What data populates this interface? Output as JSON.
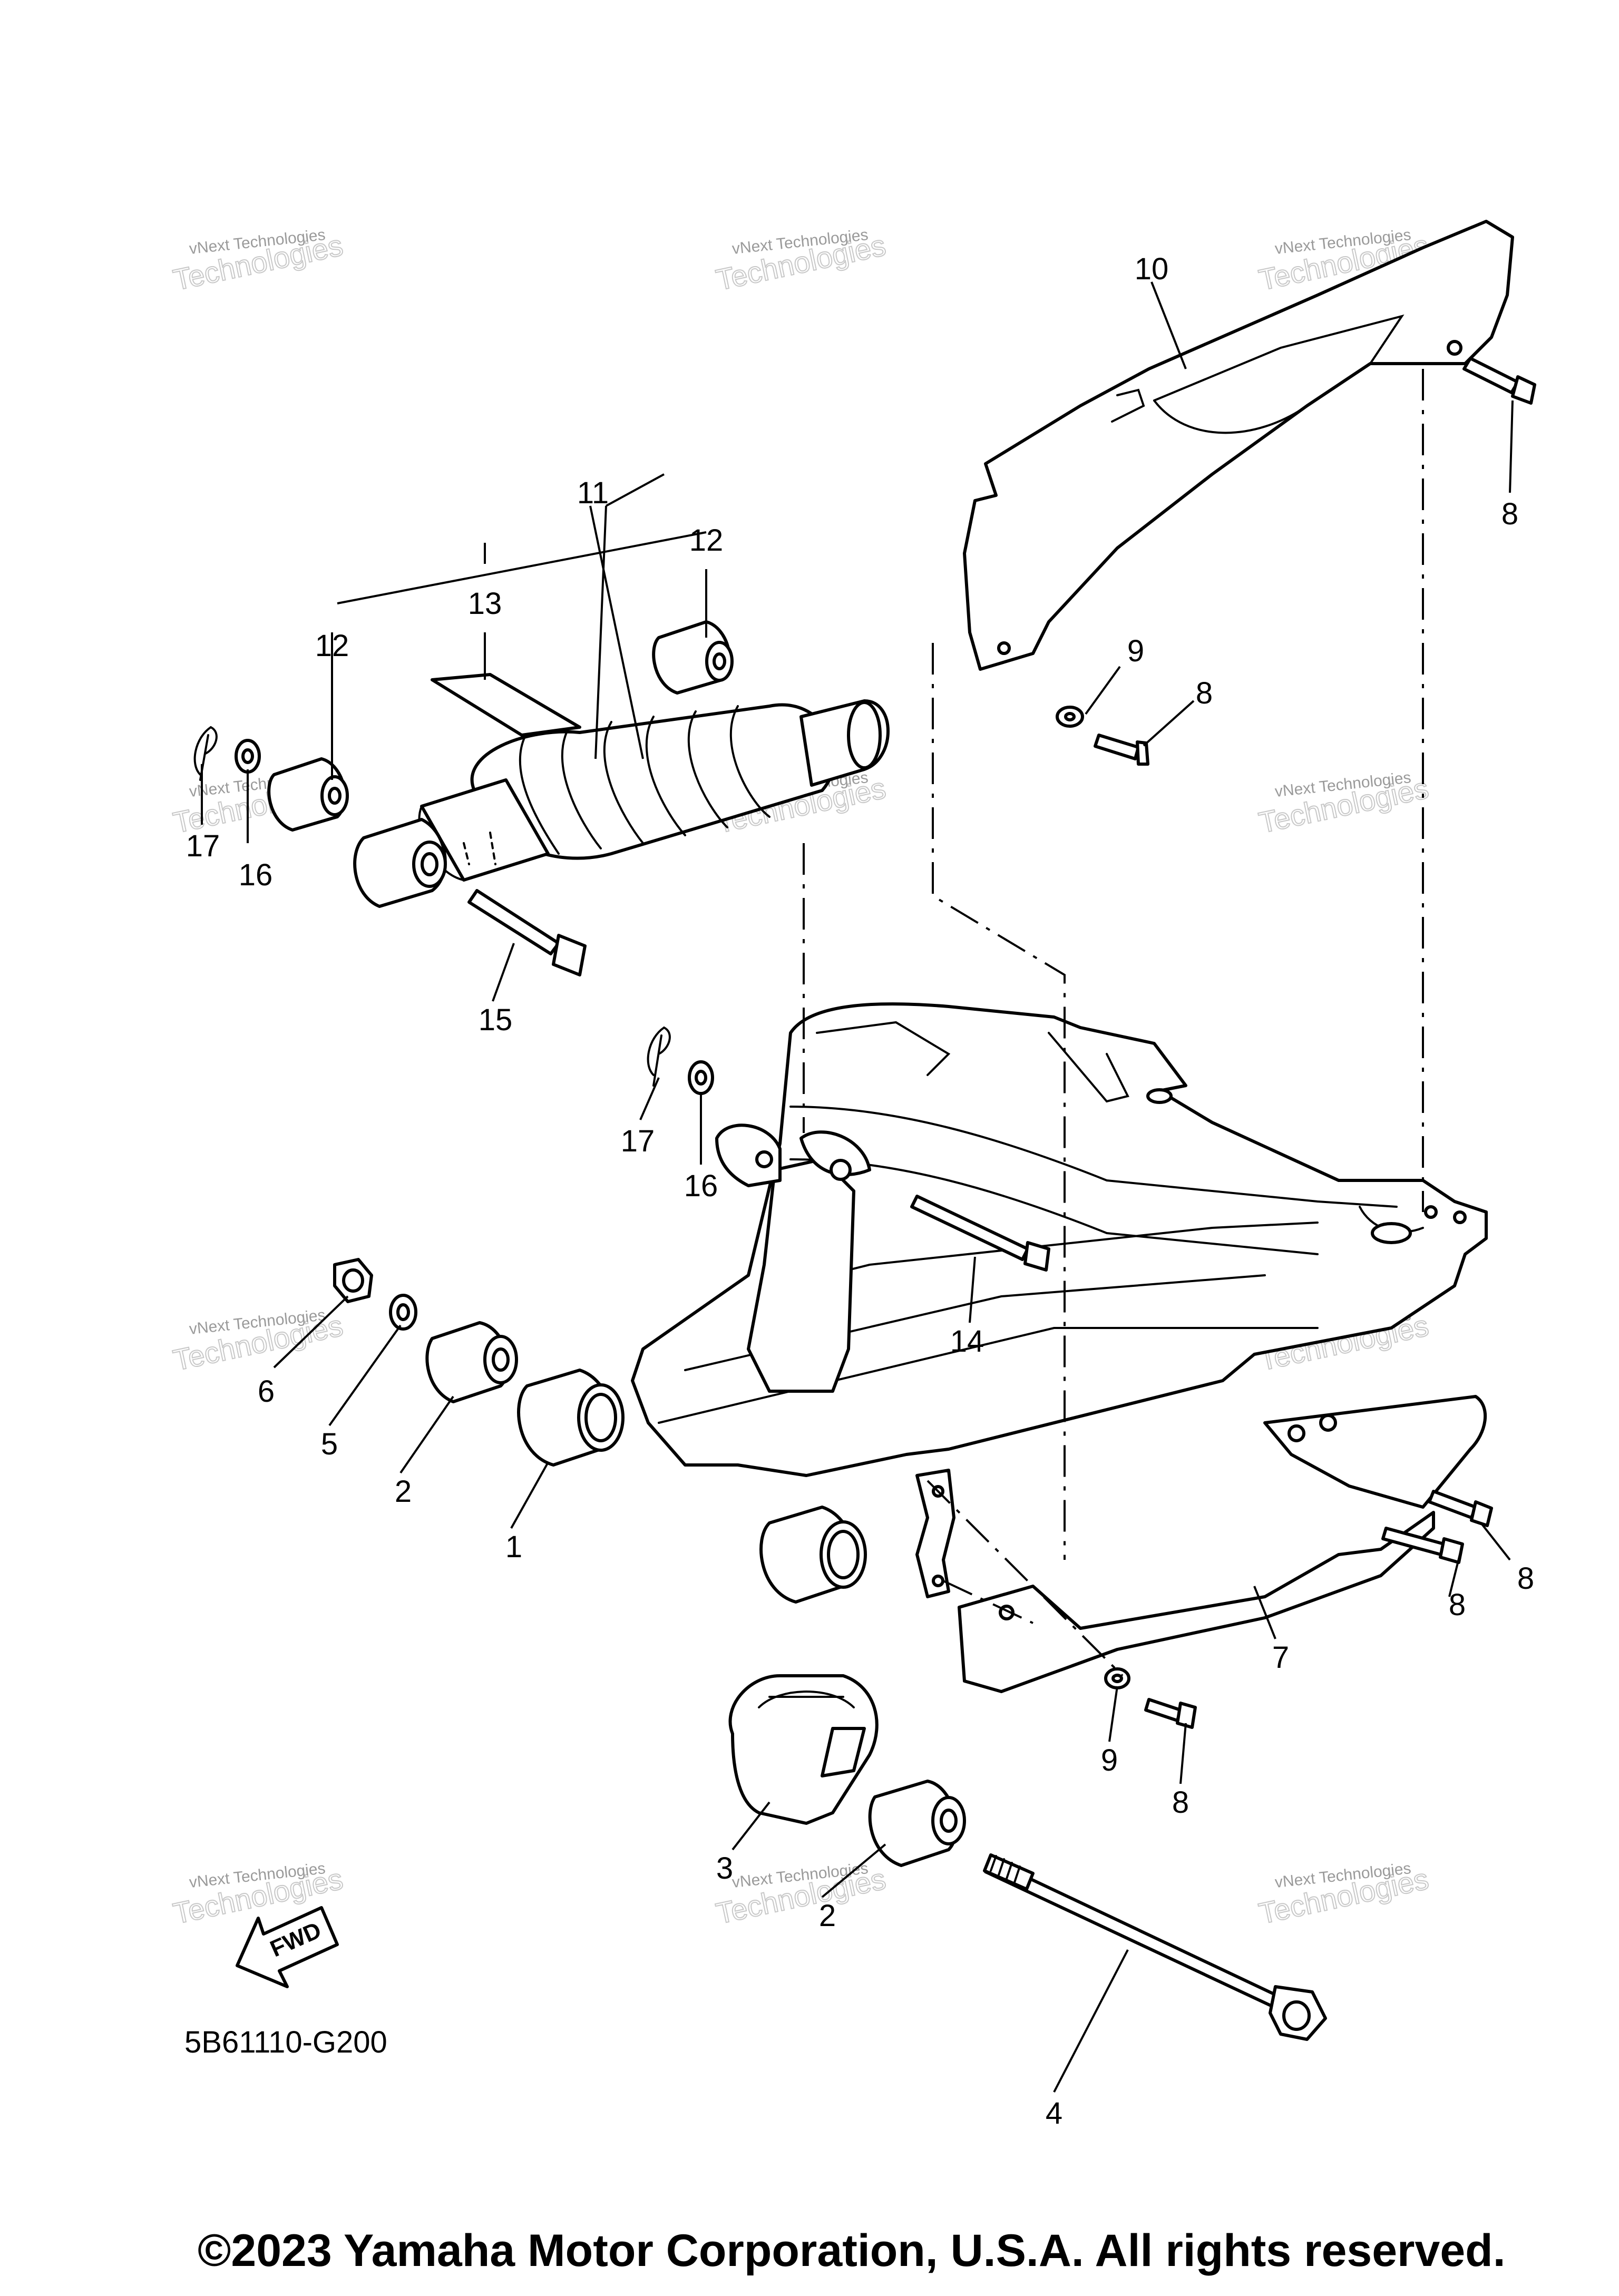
{
  "diagram": {
    "code": "5B61110-G200",
    "copyright": "©2023 Yamaha Motor Corporation, U.S.A. All rights reserved.",
    "fwd_label": "FWD",
    "watermark": {
      "line1": "vNext Technologies",
      "line2": "Technologies"
    },
    "callouts": [
      {
        "id": "c10",
        "label": "10"
      },
      {
        "id": "c8a",
        "label": "8"
      },
      {
        "id": "c11",
        "label": "11"
      },
      {
        "id": "c12a",
        "label": "12"
      },
      {
        "id": "c13",
        "label": "13"
      },
      {
        "id": "c12b",
        "label": "12"
      },
      {
        "id": "c9a",
        "label": "9"
      },
      {
        "id": "c8b",
        "label": "8"
      },
      {
        "id": "c17a",
        "label": "17"
      },
      {
        "id": "c16a",
        "label": "16"
      },
      {
        "id": "c15",
        "label": "15"
      },
      {
        "id": "c17b",
        "label": "17"
      },
      {
        "id": "c16b",
        "label": "16"
      },
      {
        "id": "c14",
        "label": "14"
      },
      {
        "id": "c6",
        "label": "6"
      },
      {
        "id": "c5",
        "label": "5"
      },
      {
        "id": "c2a",
        "label": "2"
      },
      {
        "id": "c1",
        "label": "1"
      },
      {
        "id": "c8c",
        "label": "8"
      },
      {
        "id": "c8d",
        "label": "8"
      },
      {
        "id": "c7",
        "label": "7"
      },
      {
        "id": "c9b",
        "label": "9"
      },
      {
        "id": "c8e",
        "label": "8"
      },
      {
        "id": "c3",
        "label": "3"
      },
      {
        "id": "c2b",
        "label": "2"
      },
      {
        "id": "c4",
        "label": "4"
      }
    ]
  }
}
